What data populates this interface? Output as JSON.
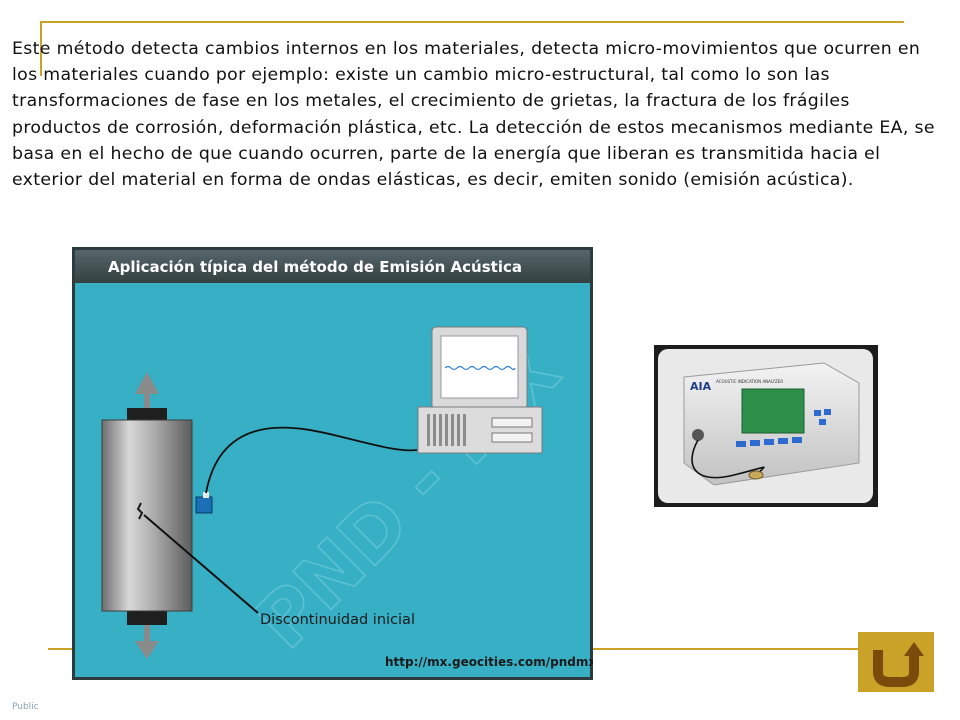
{
  "paragraph": "Este método detecta cambios internos en los materiales, detecta micro-movimientos que ocurren en los materiales cuando por ejemplo: existe un cambio micro-estructural, tal como lo son las transformaciones de fase en los metales, el crecimiento de grietas, la fractura de los frágiles productos de corrosión, deformación plástica, etc. La detección de estos mecanismos mediante EA, se basa en el hecho de que cuando ocurren, parte de la energía que liberan es transmitida hacia el exterior del material en forma de ondas elásticas, es decir, emiten sonido (emisión acústica).",
  "diagram": {
    "title": "Aplicación típica del método de Emisión Acústica",
    "discontinuity_label": "Discontinuidad inicial",
    "url": "http://mx.geocities.com/pndmx",
    "watermark": "PND - MX",
    "colors": {
      "background": "#37b0c6",
      "title_bar": "#3f4f52",
      "frame": "#2e3b3e"
    }
  },
  "device": {
    "brand": "AIA",
    "header": "ACOUSTIC INDICATION ANALYZER"
  },
  "footer": {
    "label": "Public"
  },
  "nav": {
    "icon": "return-arrow-icon"
  },
  "colors": {
    "accent": "#c9a227"
  }
}
